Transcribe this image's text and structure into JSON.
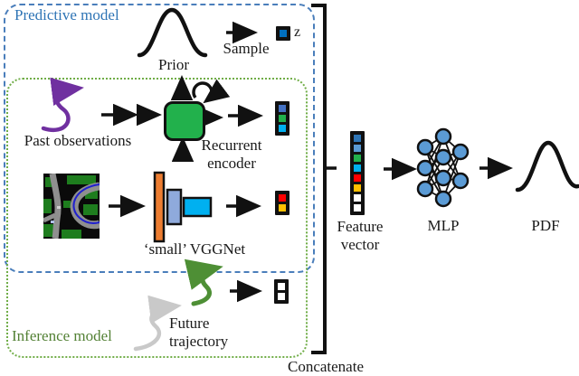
{
  "predictive_model": {
    "label": "Predictive model",
    "border_color": "#4a7ebb",
    "text_color": "#2e74b5"
  },
  "inference_model": {
    "label": "Inference model",
    "border_color": "#70ad47",
    "text_color": "#538135"
  },
  "prior": {
    "label": "Prior"
  },
  "sample": {
    "label": "Sample"
  },
  "latent": {
    "label": "z",
    "cells": [
      "#0070c0"
    ]
  },
  "past_observations": {
    "label": "Past observations",
    "arrow_color": "#7030a0"
  },
  "recurrent_encoder": {
    "label": "Recurrent encoder",
    "box_color": "#22b14c",
    "output_cells": [
      "#4472c4",
      "#22b14c",
      "#00b0f0"
    ]
  },
  "vggnet": {
    "label": "‘small’ VGGNet",
    "layer_colors": [
      "#ed7d31",
      "#8faadc",
      "#00b0f0"
    ],
    "output_cells": [
      "#ff0000",
      "#ffc000"
    ]
  },
  "future_trajectory": {
    "label": "Future trajectory",
    "arrow_colors": [
      "#c9c9c9",
      "#4e8f35"
    ],
    "output_cells": [
      "#ffffff",
      "#ffffff"
    ]
  },
  "concatenate": {
    "label": "Concatenate"
  },
  "feature_vector": {
    "label": "Feature vector",
    "cells": [
      "#2e75b6",
      "#5b9bd5",
      "#22b14c",
      "#00b0f0",
      "#ff0000",
      "#ffc000",
      "#ffffff",
      "#ffffff"
    ]
  },
  "mlp": {
    "label": "MLP",
    "node_color": "#5b9bd5"
  },
  "pdf": {
    "label": "PDF"
  }
}
